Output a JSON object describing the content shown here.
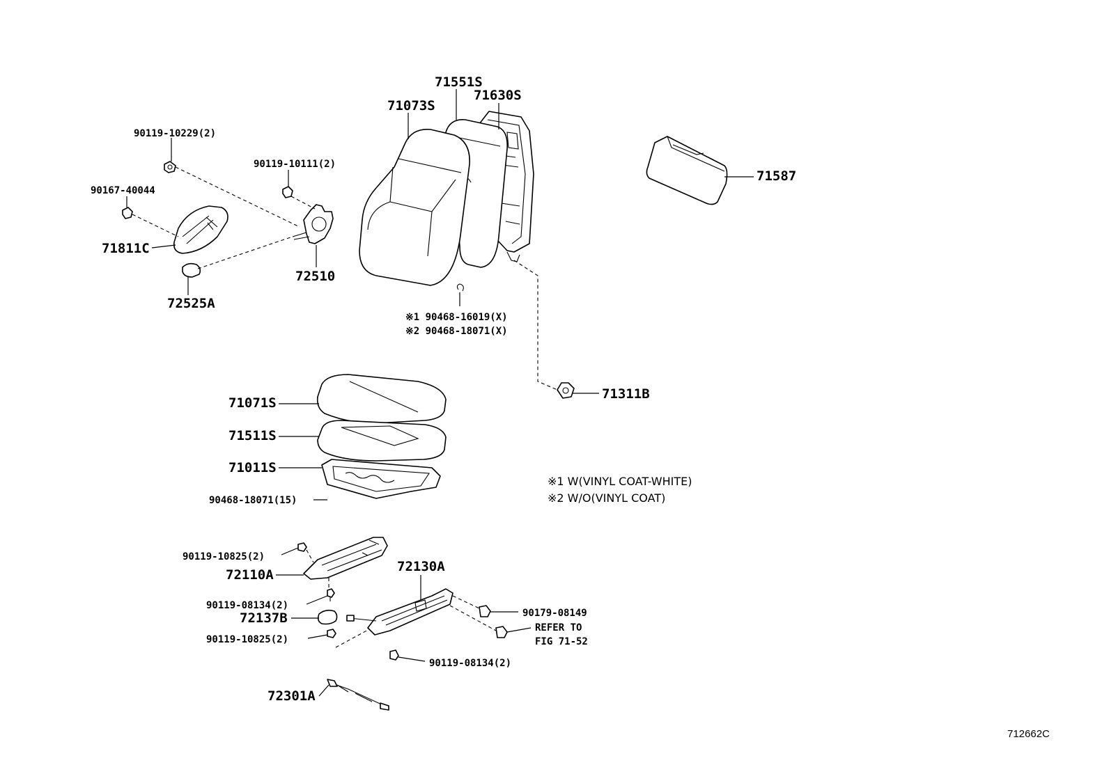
{
  "labels": {
    "p71551s": "71551S",
    "p71630s": "71630S",
    "p71073s": "71073S",
    "p71587": "71587",
    "p90119_10229": "90119-10229(2)",
    "p90119_10111": "90119-10111(2)",
    "p90167_40044": "90167-40044",
    "p71811c": "71811C",
    "p72510": "72510",
    "p72525a": "72525A",
    "p90468_16019": "※1 90468-16019(X)",
    "p90468_18071x": "※2 90468-18071(X)",
    "p71311b": "71311B",
    "p71071s": "71071S",
    "p71511s": "71511S",
    "p71011s": "71011S",
    "p90468_18071_15": "90468-18071(15)",
    "p90119_10825_a": "90119-10825(2)",
    "p72110a": "72110A",
    "p72130a": "72130A",
    "p90119_08134_a": "90119-08134(2)",
    "p72137b": "72137B",
    "p90179_08149": "90179-08149",
    "p90119_10825_b": "90119-10825(2)",
    "p_refer_1": "REFER TO",
    "p_refer_2": "FIG 71-52",
    "p90119_08134_b": "90119-08134(2)",
    "p72301a": "72301A"
  },
  "notes": {
    "note1": "※1 W(VINYL COAT-WHITE)",
    "note2": "※2 W/O(VINYL COAT)"
  },
  "figure_code": "712662C"
}
